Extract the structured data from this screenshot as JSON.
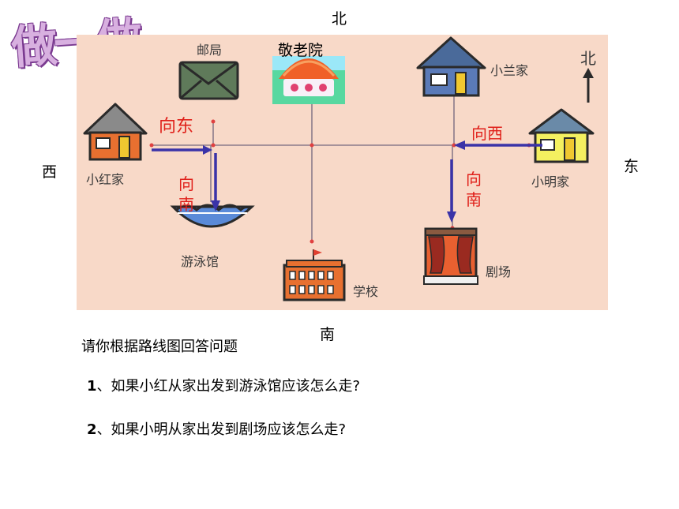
{
  "title": "做一做",
  "compass": {
    "north": "北",
    "south": "南",
    "west": "西",
    "east": "东"
  },
  "map": {
    "north_arrow_label": "北",
    "places": {
      "post_office": "邮局",
      "nursing_home": "敬老院",
      "xiaolan_home": "小兰家",
      "xiaohong_home": "小红家",
      "xiaoming_home": "小明家",
      "pool": "游泳馆",
      "school": "学校",
      "theater": "剧场"
    },
    "directions": {
      "east": "向东",
      "west": "向西",
      "south_left": "向南",
      "south_right": "向南"
    }
  },
  "prompt": "请你根据路线图回答问题",
  "questions": [
    {
      "num": "1",
      "text": "、如果小红从家出发到游泳馆应该怎么走?"
    },
    {
      "num": "2",
      "text": "、如果小明从家出发到剧场应该怎么走?"
    }
  ],
  "colors": {
    "map_bg": "#f8d9c8",
    "arrow": "#3a33a8",
    "direction_text": "#e0201a",
    "road": "#8a7a8a"
  }
}
